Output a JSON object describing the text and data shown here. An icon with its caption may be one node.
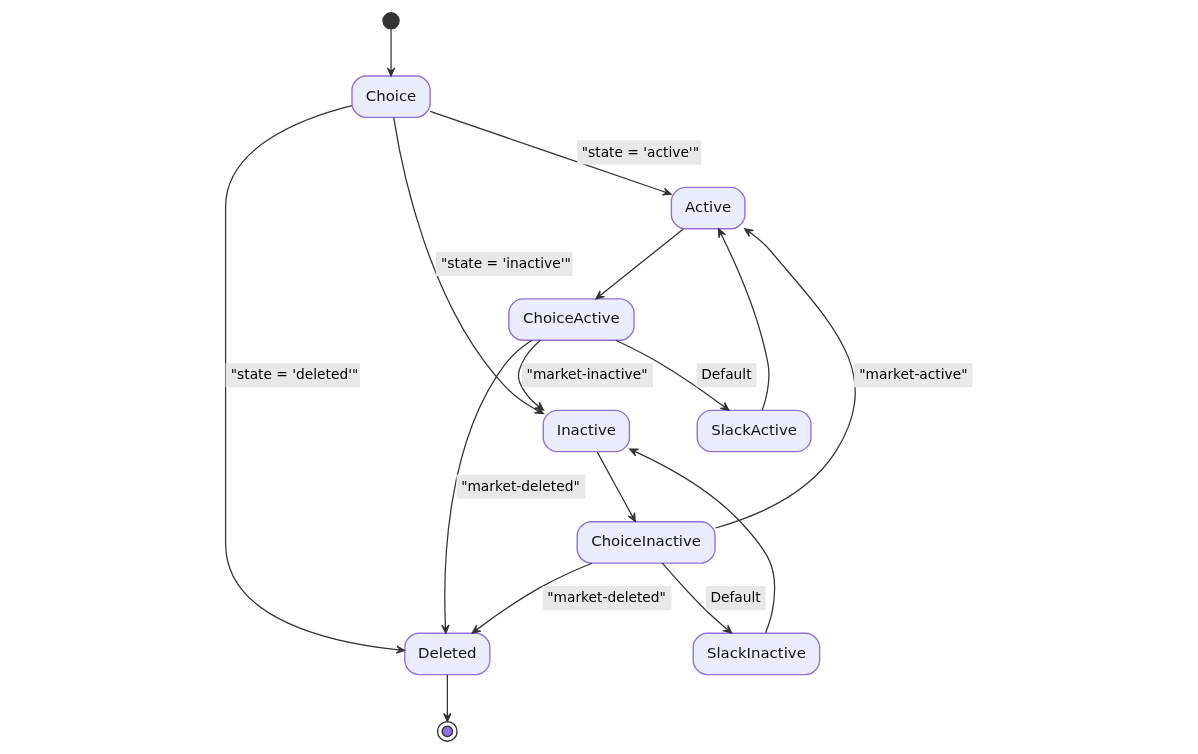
{
  "diagram": {
    "nodes": [
      {
        "text": [],
        "shape": "circle"
      },
      {
        "text": [
          "Choice"
        ]
      },
      {
        "text": [
          "Active"
        ]
      },
      {
        "text": [
          "ChoiceActive"
        ]
      },
      {
        "text": [
          "SlackActive"
        ]
      },
      {
        "text": [
          "Inactive"
        ]
      },
      {
        "text": [
          "ChoiceInactive"
        ]
      },
      {
        "text": [
          "Deleted"
        ]
      },
      {
        "text": [
          "SlackInactive"
        ]
      },
      {
        "text": [],
        "shape": "circle"
      }
    ],
    "edges": [
      {
        "from": 0,
        "to": 1,
        "arrow": "to"
      },
      {
        "from": 1,
        "to": 2,
        "arrow": "to",
        "label": "\"state = 'active'\""
      },
      {
        "from": 1,
        "to": 5,
        "arrow": "to",
        "label": "\"state = 'inactive'\""
      },
      {
        "from": 1,
        "to": 7,
        "arrow": "to",
        "label": "\"state = 'deleted'\""
      },
      {
        "from": 2,
        "to": 3,
        "arrow": "to"
      },
      {
        "from": 3,
        "to": 4,
        "arrow": "to",
        "label": "Default"
      },
      {
        "from": 3,
        "to": 5,
        "arrow": "to",
        "label": "\"market-inactive\""
      },
      {
        "from": 3,
        "to": 7,
        "arrow": "to",
        "label": "\"market-deleted\""
      },
      {
        "from": 4,
        "to": 2,
        "arrow": "to"
      },
      {
        "from": 5,
        "to": 6,
        "arrow": "to"
      },
      {
        "from": 6,
        "to": 2,
        "arrow": "to",
        "label": "\"market-active\""
      },
      {
        "from": 6,
        "to": 7,
        "arrow": "to",
        "label": "\"market-deleted\""
      },
      {
        "from": 6,
        "to": 8,
        "arrow": "to",
        "label": "Default"
      },
      {
        "from": 8,
        "to": 5,
        "arrow": "to"
      },
      {
        "from": 7,
        "to": 9,
        "arrow": "to"
      }
    ]
  }
}
